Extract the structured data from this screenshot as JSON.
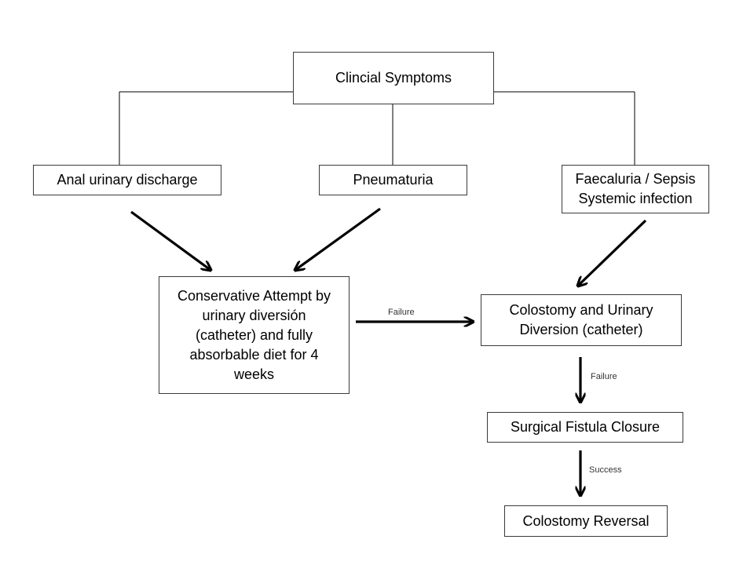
{
  "nodes": {
    "clinical_symptoms": "Clincial Symptoms",
    "anal_urinary_discharge": "Anal urinary discharge",
    "pneumaturia": "Pneumaturia",
    "faecaluria_sepsis": "Faecaluria / Sepsis\nSystemic infection",
    "conservative_attempt": "Conservative Attempt by\nurinary diversión\n(catheter) and fully\nabsorbable diet for 4\nweeks",
    "colostomy_diversion": "Colostomy and Urinary\nDiversion (catheter)",
    "surgical_closure": "Surgical Fistula Closure",
    "colostomy_reversal": "Colostomy Reversal"
  },
  "edge_labels": {
    "failure_1": "Failure",
    "failure_2": "Failure",
    "success": "Success"
  },
  "colors": {
    "line": "#000000",
    "border": "#3a3a3a"
  }
}
